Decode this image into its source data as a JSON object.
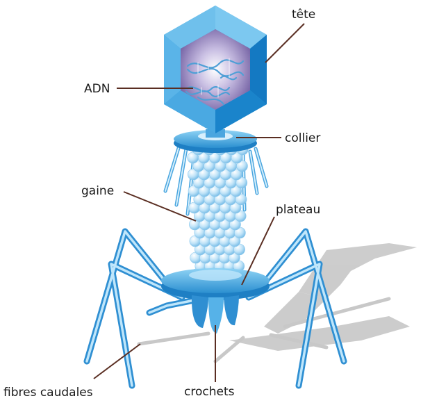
{
  "diagram": {
    "labels": {
      "head": "tête",
      "dna": "ADN",
      "collar": "collier",
      "sheath": "gaine",
      "baseplate": "plateau",
      "tail_fibers": "fibres caudales",
      "pins": "crochets"
    },
    "colors": {
      "capsid_light": "#7cc8f0",
      "capsid_mid": "#3aa3de",
      "capsid_dark": "#1479c2",
      "capsid_inner": "#8a78b4",
      "bead": "#bfe3f8",
      "leader_line": "#5a2e22",
      "shadow": "#bdbdbd"
    }
  }
}
